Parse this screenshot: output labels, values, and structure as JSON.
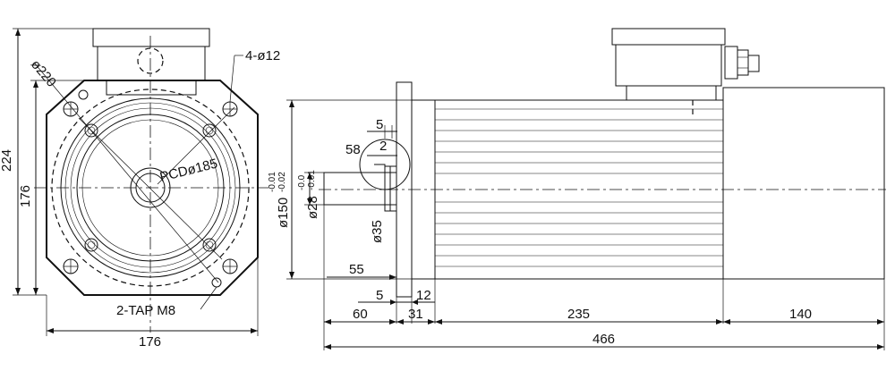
{
  "front_view": {
    "dim_pitch_diameter": "ø220",
    "dim_mount_holes": "4-ø12",
    "dim_pcd": "PCDø185",
    "dim_tap": "2-TAP M8",
    "dim_overall_height": "224",
    "dim_flange_height": "176",
    "dim_flange_width": "176"
  },
  "side_view": {
    "dim_shoulder": "5",
    "dim_key_height": "2",
    "dim_key_length": "58",
    "dim_pilot_diameter": "ø150",
    "dim_pilot_tol_upper": "-0.01",
    "dim_pilot_tol_lower": "-0.02",
    "dim_shaft_diameter": "ø28",
    "dim_shaft_tol_upper": "-0.0",
    "dim_shaft_tol_lower": "-0.01",
    "dim_hub_diameter": "ø35",
    "dim_key_offset": "55",
    "dim_flange_gap": "5",
    "dim_flange_thickness": "12",
    "dim_shaft_length": "60",
    "dim_flange_depth": "31",
    "dim_body_length": "235",
    "dim_end_cap_length": "140",
    "dim_overall_length": "466"
  }
}
